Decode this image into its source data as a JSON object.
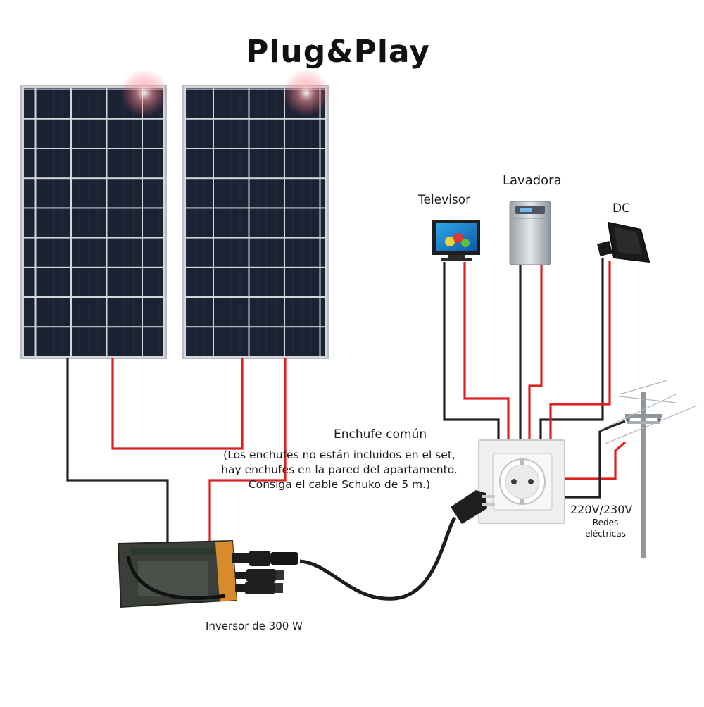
{
  "diagram": {
    "title": "Plug&Play",
    "appliances": {
      "tv_label": "Televisor",
      "washer_label": "Lavadora",
      "dc_label": "DC"
    },
    "socket": {
      "label": "Enchufe común",
      "note_lines": [
        "(Los enchufes no están incluidos en el set,",
        "hay enchufes en la pared del apartamento.",
        "Consiga el cable Schuko de 5 m.)"
      ]
    },
    "grid": {
      "voltage_label": "220V/230V",
      "label_lines": [
        "Redes",
        "eléctricas"
      ]
    },
    "inverter": {
      "label": "Inversor de 300 W"
    },
    "colors": {
      "wire_positive": "#e02020",
      "wire_negative": "#222222",
      "panel_cell": "#1b2233",
      "panel_frame": "#c9ccd2",
      "inverter_body": "#3b3f3a",
      "inverter_accent": "#d98a2b"
    },
    "icons": [
      "solar-panel-icon",
      "tv-icon",
      "washing-machine-icon",
      "floodlight-icon",
      "schuko-socket-icon",
      "schuko-plug-icon",
      "utility-pole-icon",
      "micro-inverter-icon"
    ]
  }
}
